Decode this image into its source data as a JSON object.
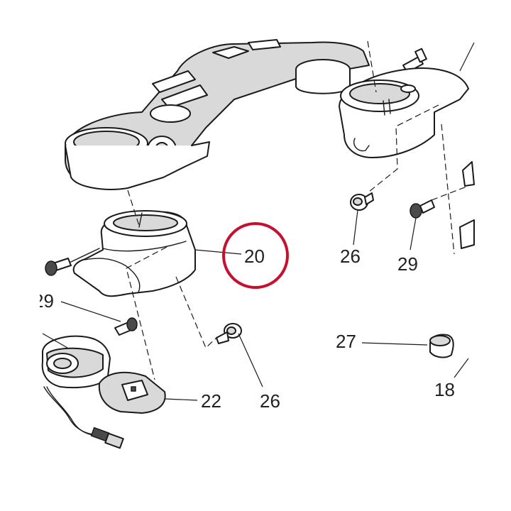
{
  "diagram": {
    "highlight_color": "#c8102e",
    "highlighted_part": "20",
    "callouts": [
      {
        "id": "c20",
        "label": "20"
      },
      {
        "id": "c26a",
        "label": "26"
      },
      {
        "id": "c26b",
        "label": "26"
      },
      {
        "id": "c29a",
        "label": "29"
      },
      {
        "id": "c29b",
        "label": "29"
      },
      {
        "id": "c22",
        "label": "22"
      },
      {
        "id": "c27",
        "label": "27"
      },
      {
        "id": "c18",
        "label": "18"
      }
    ]
  }
}
